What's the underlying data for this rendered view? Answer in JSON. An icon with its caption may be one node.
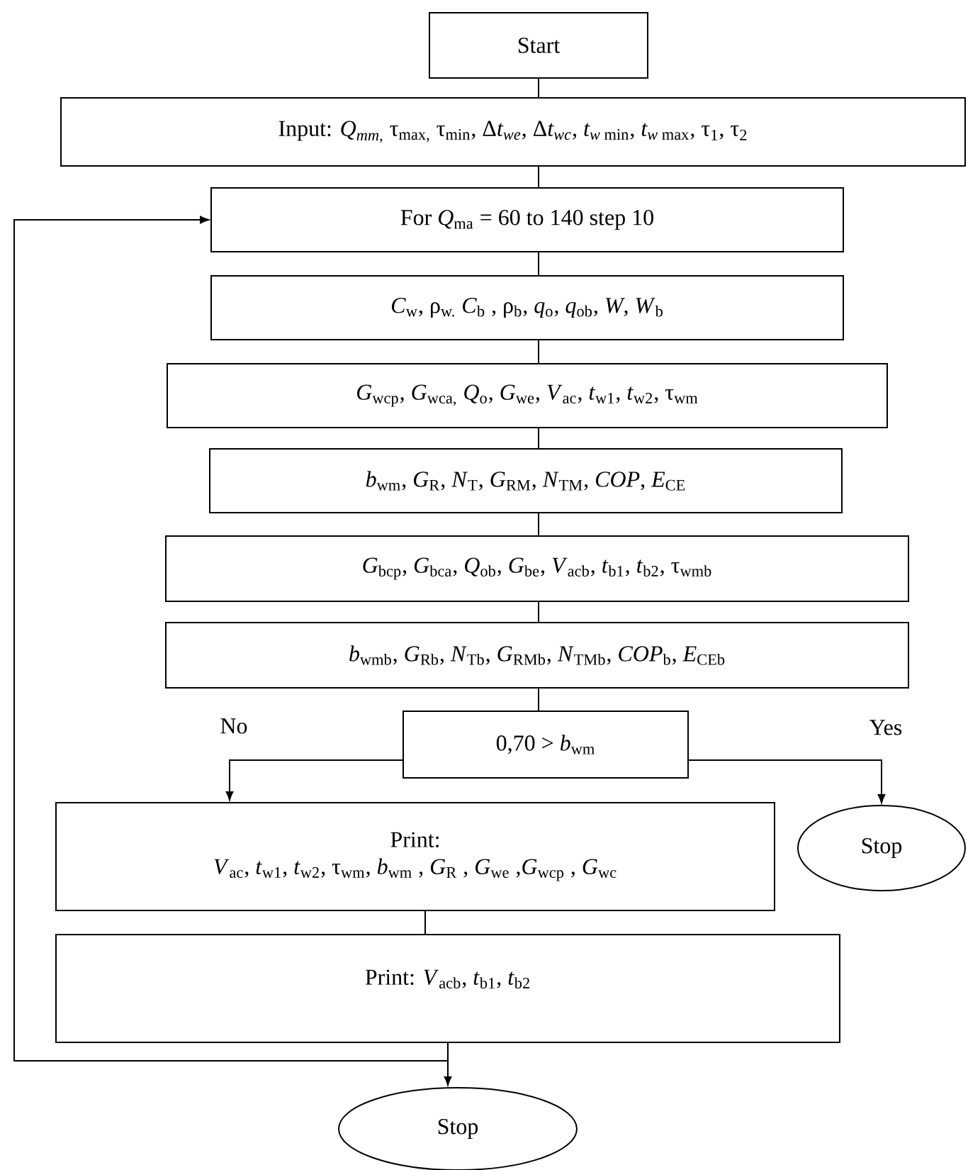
{
  "diagram": {
    "nodes": [
      {
        "text": [
          "Start"
        ]
      },
      {
        "text": [
          "\\text{Input: }\\textit{Q}_{\\textit{mm,}}\\text{ τ}_{\\text{max,}}\\text{ τ}_{\\text{min}}\\text{, Δ}\\textit{t}_{\\textit{we}}\\text{, Δ}\\textit{t}_{\\textit{wc}}\\text{, }\\textit{t}_{\\textit{w}\\text{ min}}\\text{, }\\textit{t}_{\\textit{w}\\text{ max}}\\text{, τ}_{\\text{1}}\\text{, τ}_{\\text{2}}"
        ]
      },
      {
        "text": [
          "For *Q*$_{ma}$ = 60 to 140 step 10"
        ]
      },
      {
        "text": [
          "*C*$_{w}$, ρ$_{w.}$ *C*$_{b}$ , ρ$_{b}$, *q*$_{o}$, *q*$_{ob}$, *W*, *W*$_{b}$"
        ]
      },
      {
        "text": [
          "*G*$_{wcp}$, *G*$_{wca,}$ *Q*$_{o}$, *G*$_{we}$, *V*$_{ac}$, *t*$_{w1}$, *t*$_{w2}$, τ$_{wm}$"
        ]
      },
      {
        "text": [
          "*b*$_{wm}$, *G*$_{R}$, *N*$_{T}$, *G*$_{RM}$, *N*$_{TM}$, *COP*, *E*$_{CE}$"
        ]
      },
      {
        "text": [
          "*G*$_{bcp}$, *G*$_{bca}$, *Q*$_{ob}$, *G*$_{be}$, *V*$_{acb}$, *t*$_{b1}$, *t*$_{b2}$, τ$_{wmb}$"
        ]
      },
      {
        "text": [
          "*b*$_{wmb}$, *G*$_{Rb}$, *N*$_{Tb}$, *G*$_{RMb}$, *N*$_{TMb}$, *COP*$_{b}$, *E*$_{CEb}$"
        ]
      },
      {
        "text": [
          "0,70  >  *b*$_{wm}$"
        ]
      },
      {
        "text": [
          "Print:",
          "*V*$_{ac}$, *t*$_{w1}$, *t*$_{w2}$, τ$_{wm}$, *b*$_{wm}$ , *G*$_{R}$ , *G*$_{we}$ ,*G*$_{wcp}$ , *G*$_{wc}$"
        ]
      },
      {
        "text": [
          "Stop"
        ]
      },
      {
        "text": [
          "Print: *V*$_{acb}$, *t*$_{b1}$, *t*$_{b2}$"
        ]
      },
      {
        "text": [
          "Stop"
        ]
      }
    ],
    "edges": [
      {
        "from": 0,
        "to": 1,
        "arrow": "none"
      },
      {
        "from": 1,
        "to": 2,
        "arrow": "none"
      },
      {
        "from": 2,
        "to": 3,
        "arrow": "none"
      },
      {
        "from": 3,
        "to": 4,
        "arrow": "none"
      },
      {
        "from": 4,
        "to": 5,
        "arrow": "none"
      },
      {
        "from": 5,
        "to": 6,
        "arrow": "none"
      },
      {
        "from": 6,
        "to": 7,
        "arrow": "none"
      },
      {
        "from": 7,
        "to": 8,
        "arrow": "none"
      },
      {
        "from": 8,
        "to": 9,
        "arrow": "to",
        "label": "No"
      },
      {
        "from": 8,
        "to": 10,
        "arrow": "to",
        "label": "Yes"
      },
      {
        "from": 9,
        "to": 11,
        "arrow": "none"
      },
      {
        "from": 11,
        "to": 12,
        "arrow": "to"
      },
      {
        "from": 11,
        "to": 2,
        "arrow": "to"
      }
    ]
  }
}
